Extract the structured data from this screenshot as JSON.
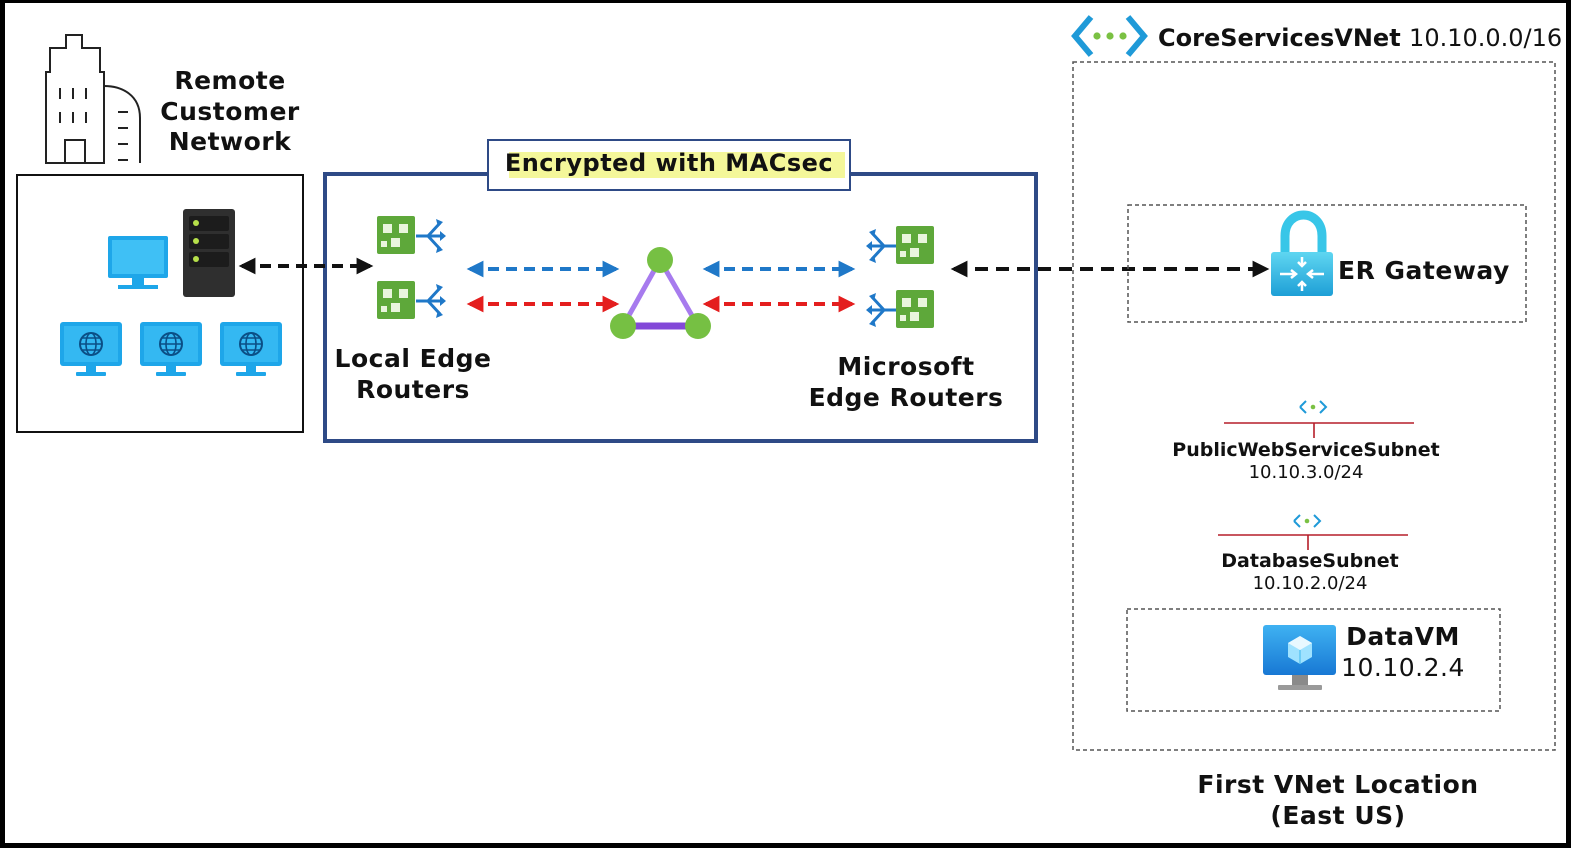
{
  "remote_network": {
    "label_line1": "Remote",
    "label_line2": "Customer",
    "label_line3": "Network"
  },
  "macsec_box": {
    "title": "Encrypted with MACsec",
    "highlight_color": "#f4f79a",
    "border_color": "#2e4a86"
  },
  "local_routers": {
    "label_line1": "Local Edge",
    "label_line2": "Routers"
  },
  "ms_routers": {
    "label_line1": "Microsoft",
    "label_line2": "Edge Routers"
  },
  "vnet": {
    "name": "CoreServicesVNet",
    "cidr": "10.10.0.0/16"
  },
  "gateway": {
    "label": "ER Gateway"
  },
  "subnets": [
    {
      "name": "PublicWebServiceSubnet",
      "cidr": "10.10.3.0/24"
    },
    {
      "name": "DatabaseSubnet",
      "cidr": "10.10.2.0/24"
    }
  ],
  "vm": {
    "name": "DataVM",
    "ip": "10.10.2.4"
  },
  "location": {
    "line1": "First VNet Location",
    "line2": "(East US)"
  },
  "colors": {
    "router_green": "#5ea83a",
    "arrow_blue": "#1f78c8",
    "arrow_red": "#e41e1e",
    "link_purple": "#8e5ee6",
    "node_green": "#76c043",
    "monitor_blue": "#1ea6e9",
    "gateway_cyan": "#38c6e8",
    "subnet_red": "#b51e2a"
  },
  "icons": {
    "building": "building-icon",
    "server": "server-icon",
    "monitor": "monitor-icon",
    "globe_monitor": "globe-monitor-icon",
    "router": "router-icon",
    "circuit": "circuit-triangle-icon",
    "vnet": "vnet-brackets-icon",
    "gateway": "lock-gateway-icon",
    "subnet": "subnet-icon",
    "vm": "vm-icon"
  }
}
